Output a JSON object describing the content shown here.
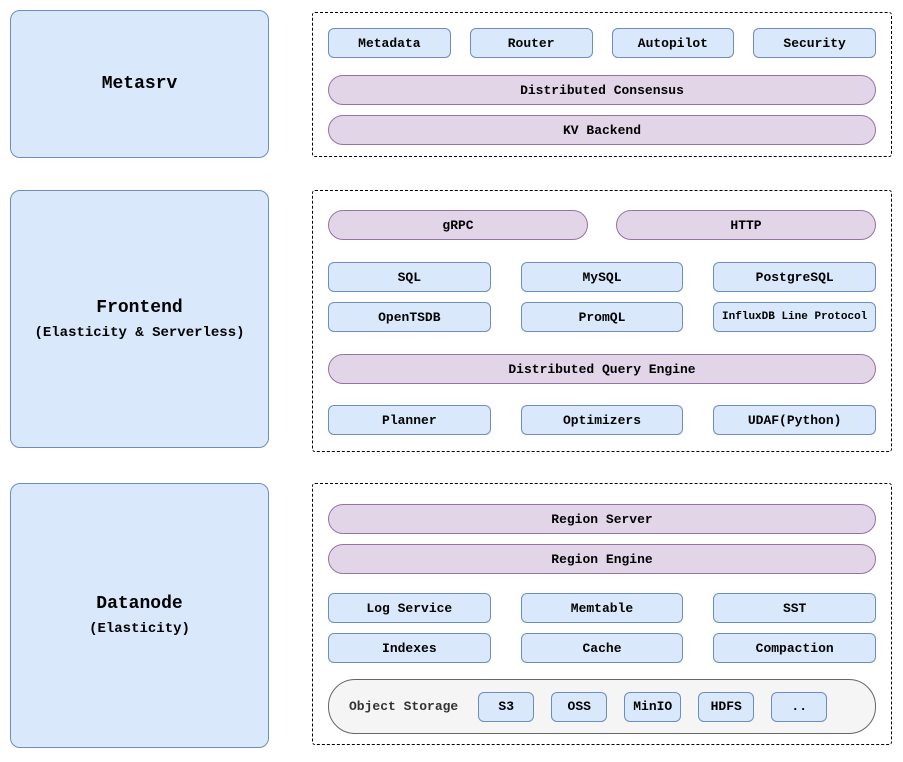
{
  "colors": {
    "node_fill": "#dae8fc",
    "node_border": "#6c8ebf",
    "pill_fill": "#e1d5e7",
    "pill_border": "#9673a6",
    "storage_fill": "#f5f5f5",
    "storage_border": "#666666",
    "dashed_border": "#000000"
  },
  "metasrv": {
    "title": "Metasrv",
    "components": [
      "Metadata",
      "Router",
      "Autopilot",
      "Security"
    ],
    "pills": [
      "Distributed Consensus",
      "KV Backend"
    ]
  },
  "frontend": {
    "title": "Frontend",
    "subtitle": "(Elasticity & Serverless)",
    "protocol_pills": [
      "gRPC",
      "HTTP"
    ],
    "protocols_row1": [
      "SQL",
      "MySQL",
      "PostgreSQL"
    ],
    "protocols_row2": [
      "OpenTSDB",
      "PromQL",
      "InfluxDB Line Protocol"
    ],
    "engine_pill": "Distributed Query Engine",
    "engine_components": [
      "Planner",
      "Optimizers",
      "UDAF(Python)"
    ]
  },
  "datanode": {
    "title": "Datanode",
    "subtitle": "(Elasticity)",
    "pills": [
      "Region Server",
      "Region Engine"
    ],
    "components_row1": [
      "Log Service",
      "Memtable",
      "SST"
    ],
    "components_row2": [
      "Indexes",
      "Cache",
      "Compaction"
    ],
    "object_storage": {
      "label": "Object Storage",
      "backends": [
        "S3",
        "OSS",
        "MinIO",
        "HDFS",
        ".."
      ]
    }
  }
}
